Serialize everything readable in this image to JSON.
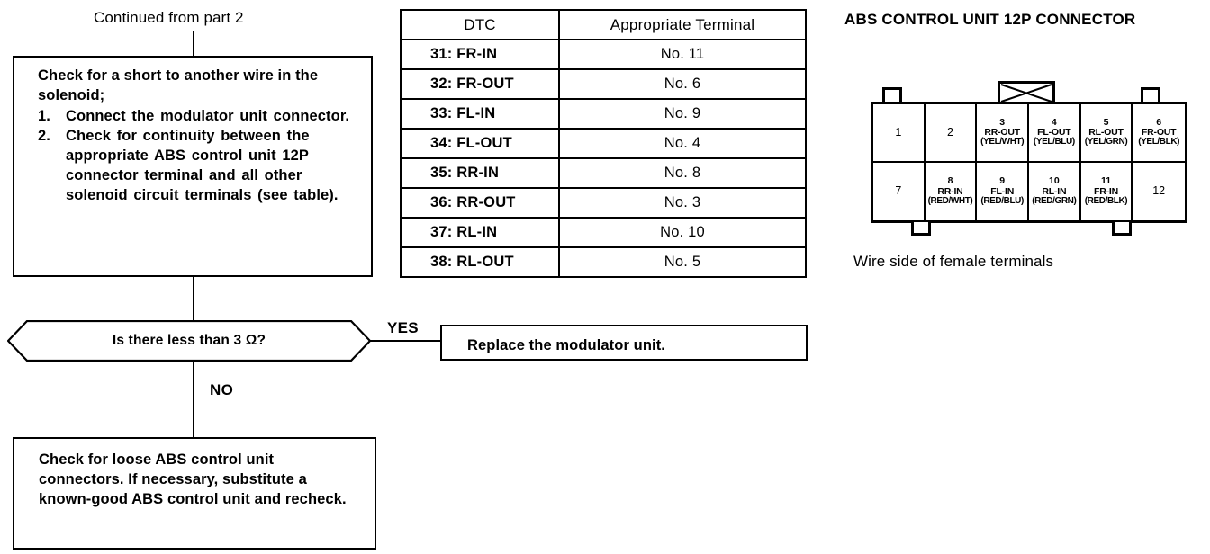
{
  "flowchart": {
    "continued_label": "Continued from part 2",
    "check_short_box": {
      "heading": "Check for a short to another wire in the solenoid;",
      "steps": [
        {
          "num": "1.",
          "text": "Connect the modulator unit connector."
        },
        {
          "num": "2.",
          "text": "Check for continuity between the appropriate ABS control unit 12P connector terminal and all other solenoid circuit terminals (see table)."
        }
      ]
    },
    "decision": {
      "question": "Is there less than 3 Ω?",
      "yes_label": "YES",
      "no_label": "NO"
    },
    "replace_box": {
      "text": "Replace the modulator unit."
    },
    "loose_box": {
      "text": "Check for loose ABS control unit connectors. If necessary, substitute a known-good ABS control unit and recheck."
    }
  },
  "dtc_table": {
    "headers": [
      "DTC",
      "Appropriate Terminal"
    ],
    "rows": [
      {
        "dtc": "31: FR-IN",
        "terminal": "No. 11"
      },
      {
        "dtc": "32: FR-OUT",
        "terminal": "No. 6"
      },
      {
        "dtc": "33: FL-IN",
        "terminal": "No. 9"
      },
      {
        "dtc": "34: FL-OUT",
        "terminal": "No. 4"
      },
      {
        "dtc": "35: RR-IN",
        "terminal": "No. 8"
      },
      {
        "dtc": "36: RR-OUT",
        "terminal": "No. 3"
      },
      {
        "dtc": "37: RL-IN",
        "terminal": "No. 10"
      },
      {
        "dtc": "38: RL-OUT",
        "terminal": "No. 5"
      }
    ]
  },
  "connector": {
    "title": "ABS CONTROL UNIT 12P CONNECTOR",
    "caption": "Wire side of female terminals",
    "pins": [
      {
        "no": "1",
        "signal": "",
        "wire": ""
      },
      {
        "no": "2",
        "signal": "",
        "wire": ""
      },
      {
        "no": "3",
        "signal": "RR-OUT",
        "wire": "(YEL/WHT)"
      },
      {
        "no": "4",
        "signal": "FL-OUT",
        "wire": "(YEL/BLU)"
      },
      {
        "no": "5",
        "signal": "RL-OUT",
        "wire": "(YEL/GRN)"
      },
      {
        "no": "6",
        "signal": "FR-OUT",
        "wire": "(YEL/BLK)"
      },
      {
        "no": "7",
        "signal": "",
        "wire": ""
      },
      {
        "no": "8",
        "signal": "RR-IN",
        "wire": "(RED/WHT)"
      },
      {
        "no": "9",
        "signal": "FL-IN",
        "wire": "(RED/BLU)"
      },
      {
        "no": "10",
        "signal": "RL-IN",
        "wire": "(RED/GRN)"
      },
      {
        "no": "11",
        "signal": "FR-IN",
        "wire": "(RED/BLK)"
      },
      {
        "no": "12",
        "signal": "",
        "wire": ""
      }
    ]
  },
  "colors": {
    "ink": "#000000",
    "paper": "#ffffff"
  }
}
